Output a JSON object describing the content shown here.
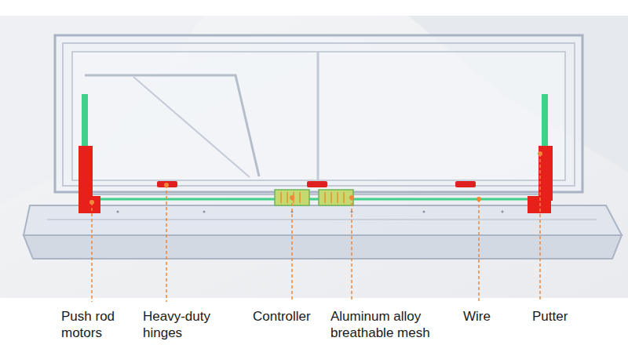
{
  "diagram": {
    "labels": [
      "Push rod motors",
      "Heavy-duty hinges",
      "Controller",
      "Aluminum alloy breathable mesh",
      "Wire",
      "Putter"
    ]
  }
}
